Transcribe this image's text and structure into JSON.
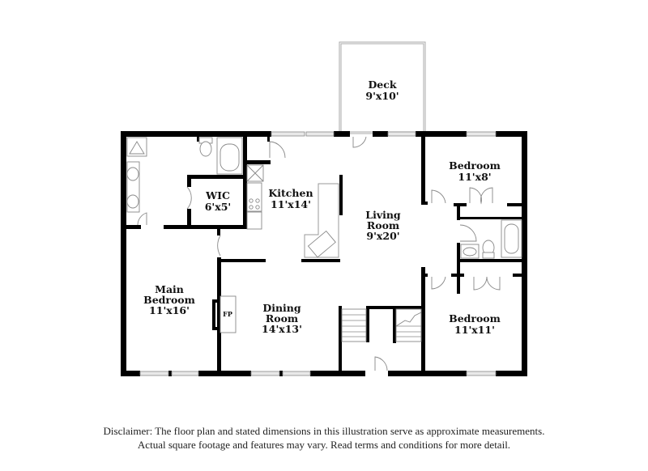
{
  "floorplan": {
    "rooms": {
      "deck": {
        "name": "Deck",
        "dims": "9'x10'"
      },
      "kitchen": {
        "name": "Kitchen",
        "dims": "11'x14'"
      },
      "wic": {
        "name": "WIC",
        "dims": "6'x5'"
      },
      "living_room": {
        "name1": "Living",
        "name2": "Room",
        "dims": "9'x20'"
      },
      "bedroom_top": {
        "name": "Bedroom",
        "dims": "11'x8'"
      },
      "main_bedroom": {
        "name1": "Main",
        "name2": "Bedroom",
        "dims": "11'x16'"
      },
      "dining_room": {
        "name1": "Dining",
        "name2": "Room",
        "dims": "14'x13'"
      },
      "bedroom_bottom": {
        "name": "Bedroom",
        "dims": "11'x11'"
      },
      "fireplace": {
        "label": "FP"
      }
    }
  },
  "disclaimer": {
    "line1": "Disclaimer: The floor plan and stated dimensions in this illustration serve as approximate measurements.",
    "line2": "Actual square footage and features may vary. Read terms and conditions for more detail."
  }
}
